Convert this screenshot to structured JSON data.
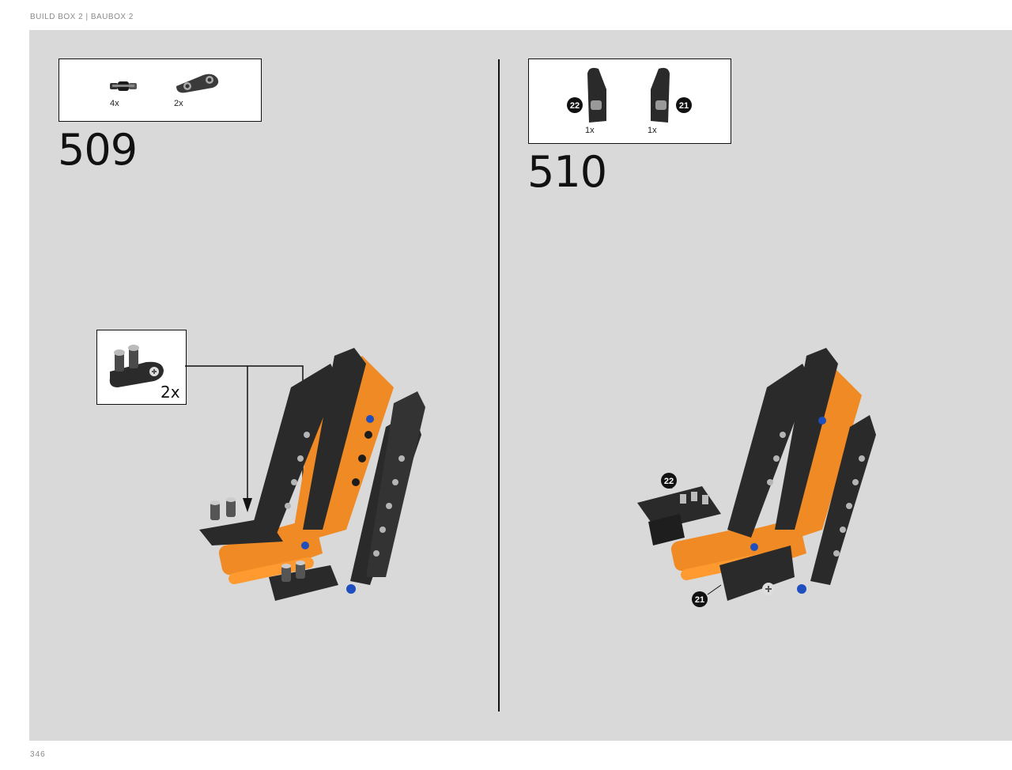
{
  "header": {
    "text": "BUILD BOX 2 | BAUBOX 2"
  },
  "footer": {
    "page_number": "346"
  },
  "colors": {
    "orange": "#f08a24",
    "dark": "#2a2a2a",
    "blue": "#1f4fbf",
    "panel": "#d9d9d9"
  },
  "steps": [
    {
      "number": "509",
      "parts": [
        {
          "icon": "axle-pin-icon",
          "qty": "4x"
        },
        {
          "icon": "beam-connector-icon",
          "qty": "2x"
        }
      ],
      "callout": {
        "icon": "double-pin-subassembly-icon",
        "qty": "2x"
      }
    },
    {
      "number": "510",
      "parts": [
        {
          "icon": "panel-left-icon",
          "qty": "1x",
          "badge": "22"
        },
        {
          "icon": "panel-right-icon",
          "qty": "1x",
          "badge": "21"
        }
      ],
      "assembly_badges": [
        "22",
        "21"
      ]
    }
  ]
}
